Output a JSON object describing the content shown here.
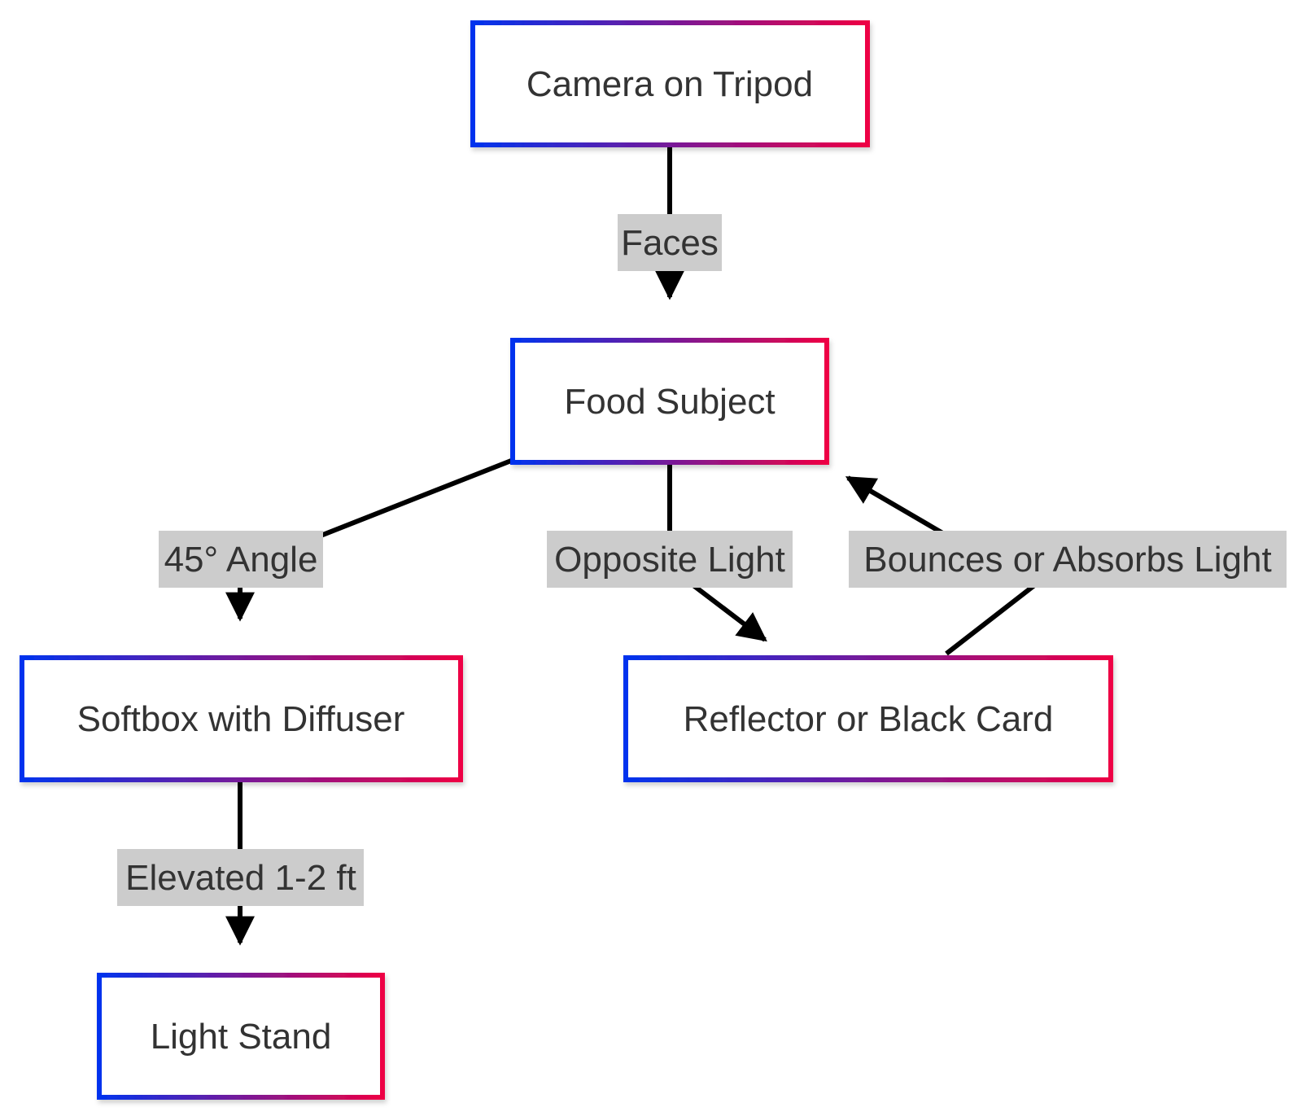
{
  "diagram": {
    "type": "flowchart",
    "border_gradient": {
      "start": "#0033ee",
      "end": "#ee0044"
    },
    "edge_color": "#000000",
    "label_background": "#cccccc",
    "text_color": "#333333",
    "nodes": [
      {
        "id": "camera",
        "label": "Camera on Tripod"
      },
      {
        "id": "food",
        "label": "Food Subject"
      },
      {
        "id": "softbox",
        "label": "Softbox with Diffuser"
      },
      {
        "id": "reflector",
        "label": "Reflector or Black Card"
      },
      {
        "id": "stand",
        "label": "Light Stand"
      }
    ],
    "edges": [
      {
        "from": "camera",
        "to": "food",
        "label": "Faces"
      },
      {
        "from": "food",
        "to": "softbox",
        "label": "45° Angle"
      },
      {
        "from": "food",
        "to": "reflector",
        "label": "Opposite Light"
      },
      {
        "from": "reflector",
        "to": "food",
        "label": "Bounces or Absorbs Light"
      },
      {
        "from": "softbox",
        "to": "stand",
        "label": "Elevated 1-2 ft"
      }
    ]
  }
}
